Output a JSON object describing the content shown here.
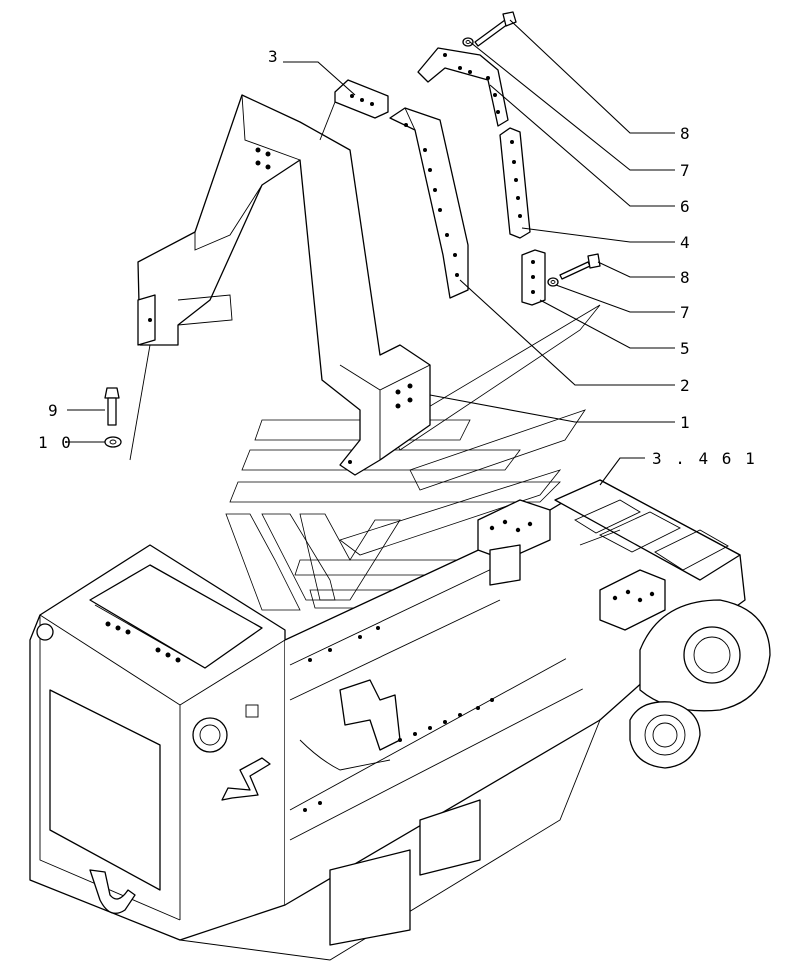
{
  "diagram": {
    "callouts": [
      {
        "id": "c3",
        "label": "3"
      },
      {
        "id": "c8a",
        "label": "8"
      },
      {
        "id": "c7a",
        "label": "7"
      },
      {
        "id": "c6",
        "label": "6"
      },
      {
        "id": "c4",
        "label": "4"
      },
      {
        "id": "c8b",
        "label": "8"
      },
      {
        "id": "c7b",
        "label": "7"
      },
      {
        "id": "c5",
        "label": "5"
      },
      {
        "id": "c2",
        "label": "2"
      },
      {
        "id": "c1",
        "label": "1"
      },
      {
        "id": "c9",
        "label": "9"
      },
      {
        "id": "c10",
        "label": "1 0"
      },
      {
        "id": "cref",
        "label": "3 . 4 6 1"
      }
    ]
  }
}
